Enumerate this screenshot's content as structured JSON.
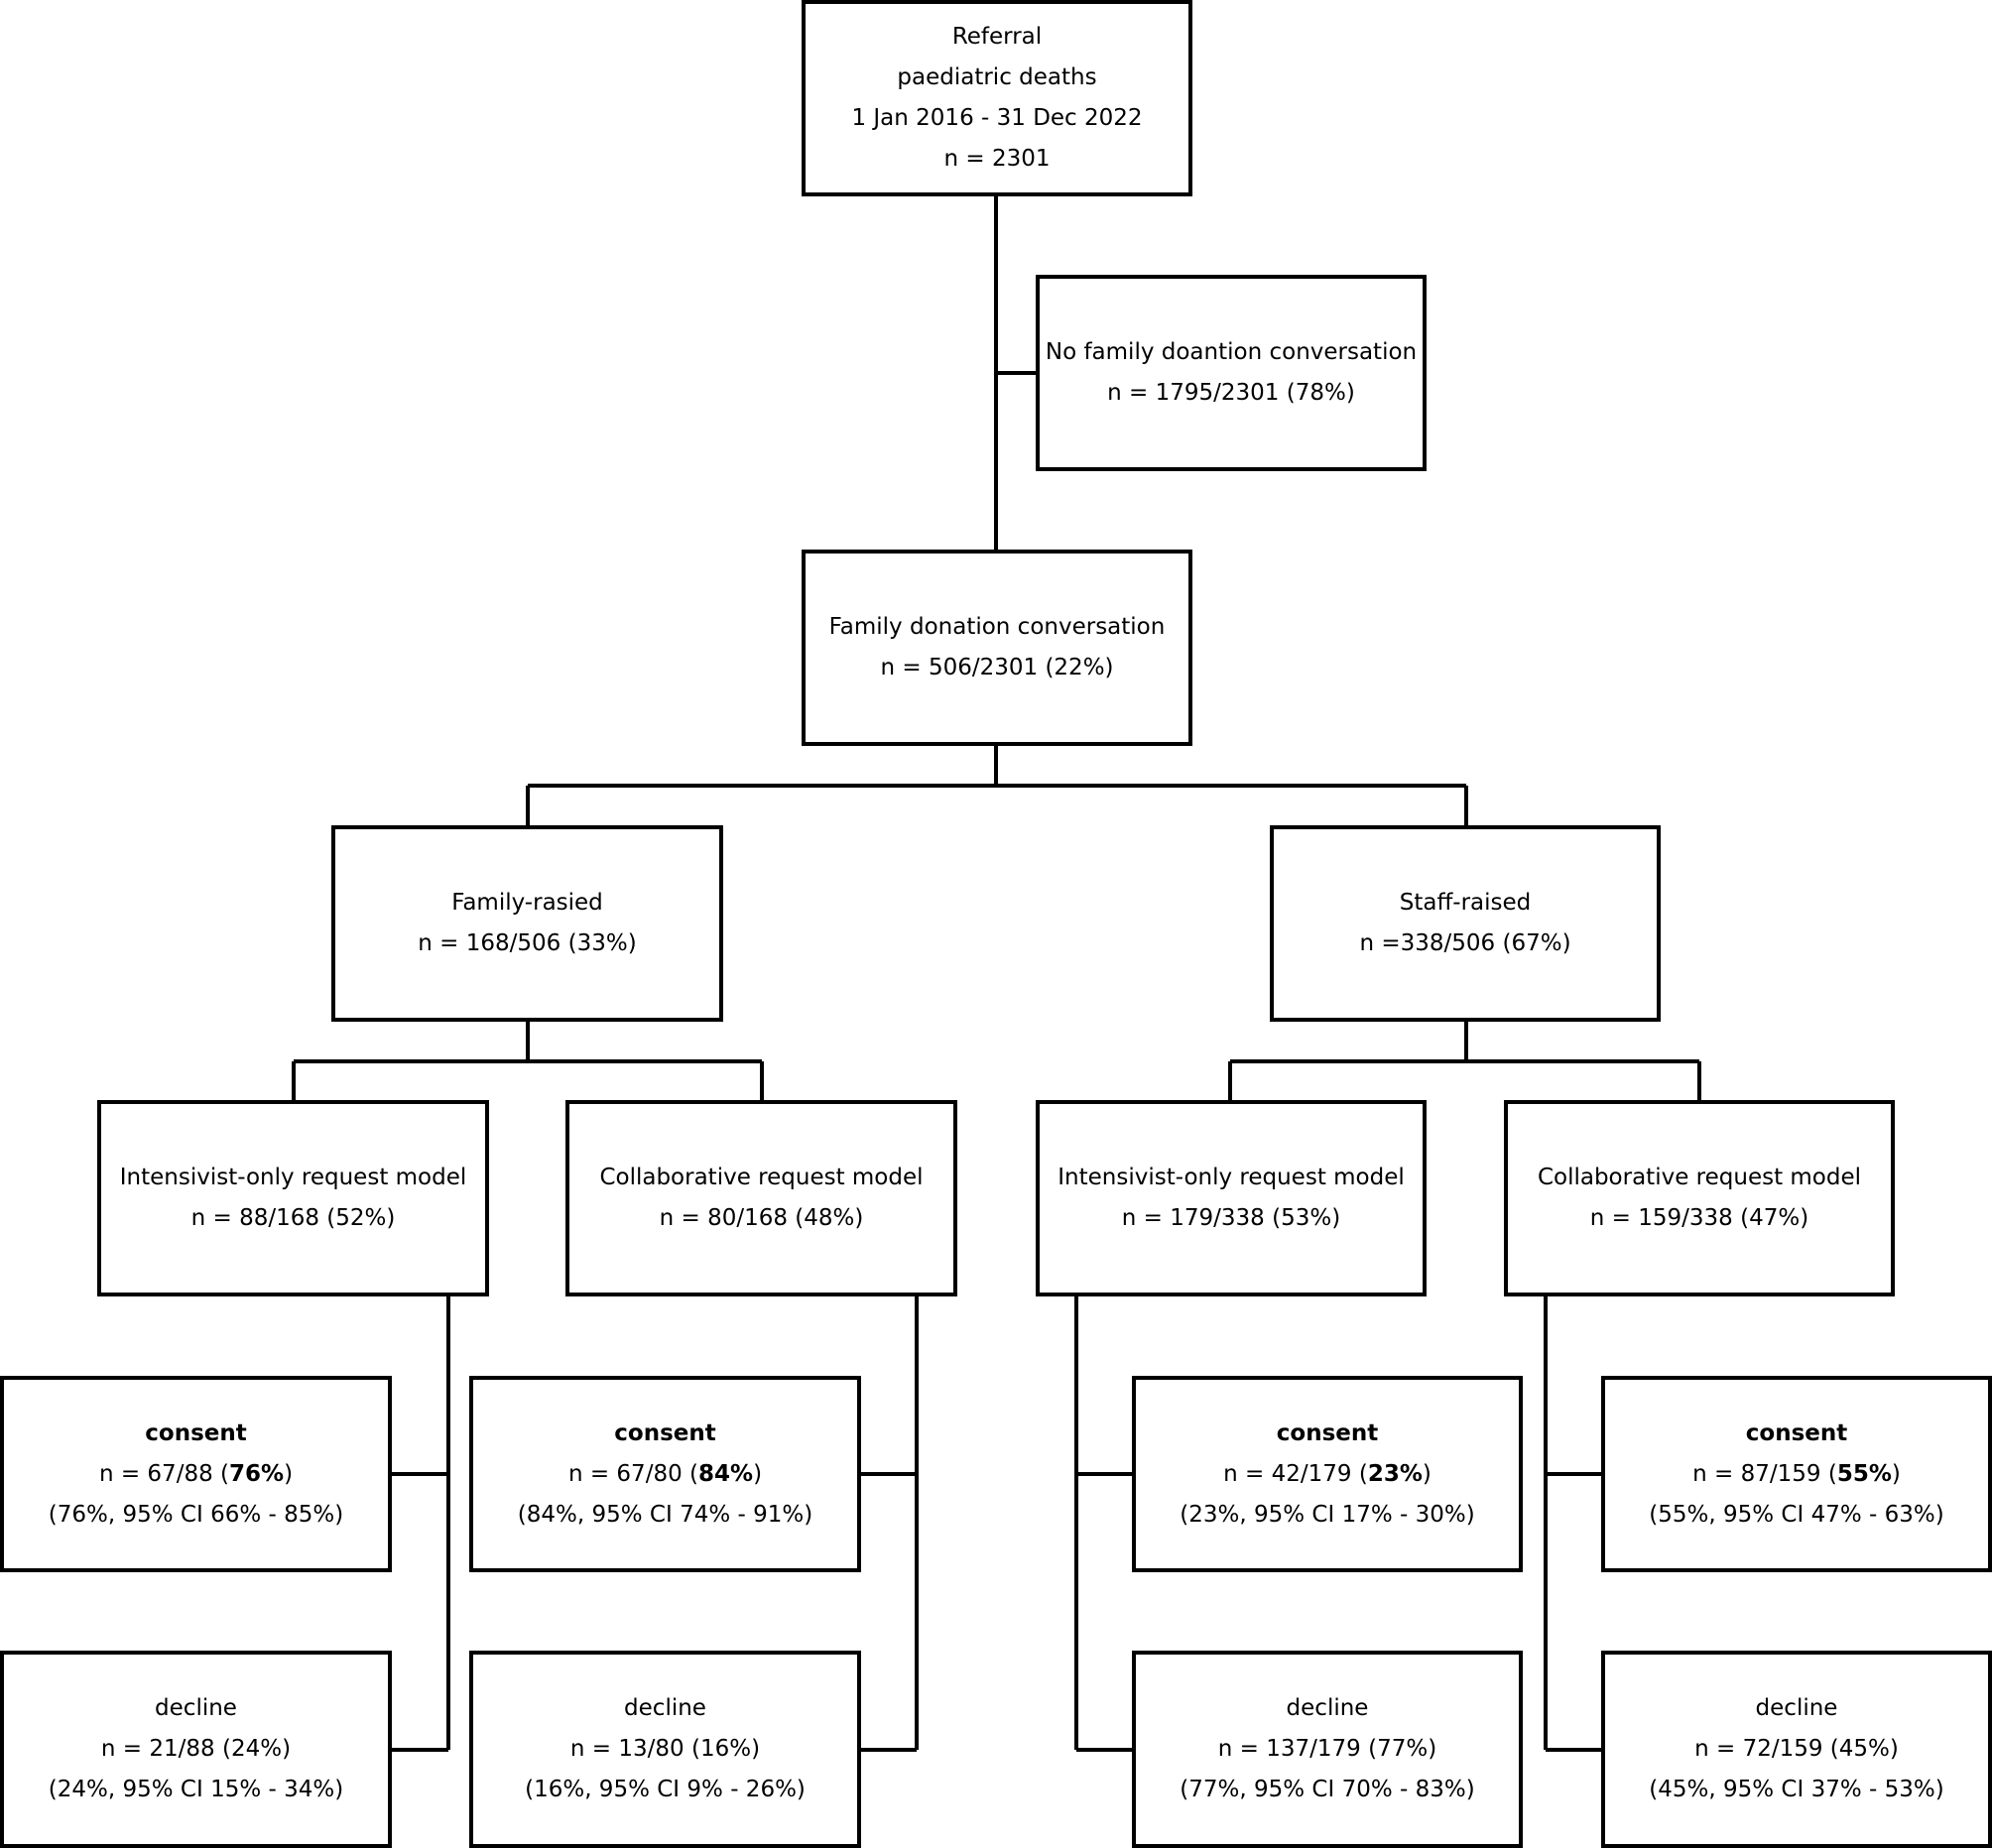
{
  "referral": {
    "title": "Referral",
    "subtitle": "paediatric deaths",
    "period": "1 Jan 2016 - 31 Dec 2022",
    "n": "n = 2301"
  },
  "no_conversation": {
    "title": "No family doantion conversation",
    "n": "n = 1795/2301 (78%)"
  },
  "conversation": {
    "title": "Family donation conversation",
    "n": "n = 506/2301 (22%)"
  },
  "family_raised": {
    "title": "Family-rasied",
    "n": "n = 168/506 (33%)",
    "intensivist": {
      "title": "Intensivist-only request model",
      "n": "n = 88/168 (52%)",
      "consent": {
        "label": "consent",
        "n_prefix": "n = 67/88 (",
        "pct": "76%",
        "n_suffix": ")",
        "ci": "(76%, 95% CI 66% - 85%)"
      },
      "decline": {
        "label": "decline",
        "n": "n = 21/88 (24%)",
        "ci": "(24%, 95% CI 15% - 34%)"
      }
    },
    "collaborative": {
      "title": "Collaborative request model",
      "n": "n = 80/168 (48%)",
      "consent": {
        "label": "consent",
        "n_prefix": "n = 67/80 (",
        "pct": "84%",
        "n_suffix": ")",
        "ci": "(84%, 95% CI 74% - 91%)"
      },
      "decline": {
        "label": "decline",
        "n": "n = 13/80 (16%)",
        "ci": "(16%, 95% CI 9% - 26%)"
      }
    }
  },
  "staff_raised": {
    "title": "Staff-raised",
    "n": "n =338/506 (67%)",
    "intensivist": {
      "title": "Intensivist-only request model",
      "n": "n = 179/338 (53%)",
      "consent": {
        "label": "consent",
        "n_prefix": "n = 42/179 (",
        "pct": "23%",
        "n_suffix": ")",
        "ci": "(23%, 95% CI 17% - 30%)"
      },
      "decline": {
        "label": "decline",
        "n": "n = 137/179 (77%)",
        "ci": "(77%, 95% CI 70% - 83%)"
      }
    },
    "collaborative": {
      "title": "Collaborative request model",
      "n": "n = 159/338 (47%)",
      "consent": {
        "label": "consent",
        "n_prefix": "n = 87/159 (",
        "pct": "55%",
        "n_suffix": ")",
        "ci": "(55%, 95% CI 47% - 63%)"
      },
      "decline": {
        "label": "decline",
        "n": "n = 72/159 (45%)",
        "ci": "(45%, 95% CI 37% - 53%)"
      }
    }
  }
}
